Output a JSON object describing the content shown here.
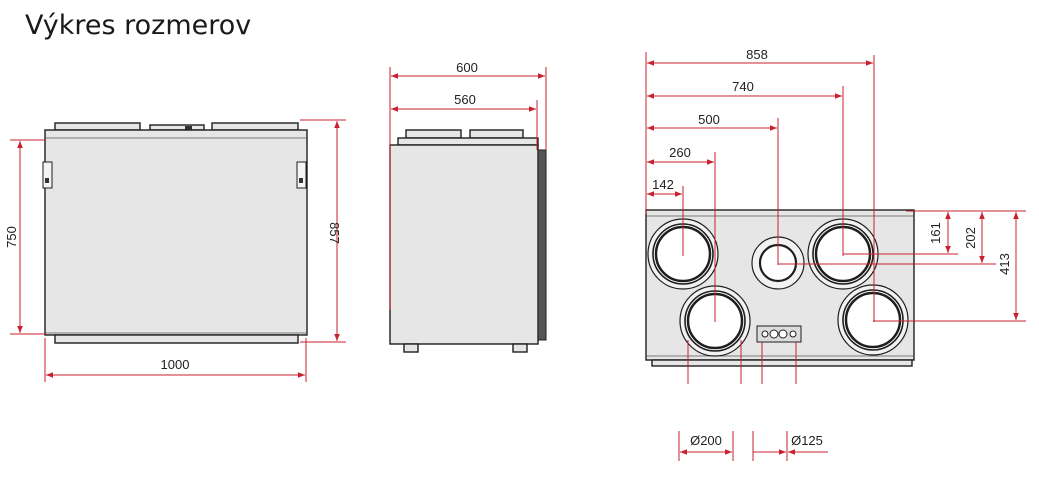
{
  "title": "Výkres rozmerov",
  "front_view": {
    "width_label": "1000",
    "height_label": "750",
    "total_height_label": "857"
  },
  "side_view": {
    "outer_width_label": "600",
    "inner_width_label": "560"
  },
  "top_view": {
    "dims": [
      "858",
      "740",
      "500",
      "260",
      "142"
    ],
    "vertical_dims": [
      "161",
      "202",
      "413"
    ],
    "duct_large_label": "Ø200",
    "duct_small_label": "Ø125"
  },
  "colors": {
    "dimension_line": "#c8202e",
    "body_fill": "#e6e6e6",
    "outline": "#1e1e1e"
  }
}
